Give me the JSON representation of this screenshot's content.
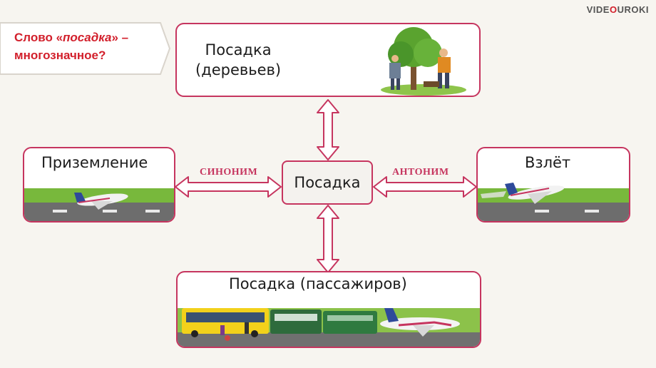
{
  "watermark": {
    "part1": "VIDE",
    "part2": "O",
    "part3": "UROKI"
  },
  "question": {
    "line1_prefix": "Слово «",
    "word": "посадка",
    "line1_suffix": "» –",
    "line2": "многозначное?"
  },
  "center": {
    "label": "Посадка"
  },
  "relations": {
    "synonym": "СИНОНИМ",
    "antonym": "АНТОНИМ"
  },
  "boxes": {
    "trees": {
      "line1": "Посадка",
      "line2": "(деревьев)"
    },
    "landing": {
      "label": "Приземление"
    },
    "takeoff": {
      "label": "Взлёт"
    },
    "passengers": {
      "label": "Посадка (пассажиров)"
    }
  },
  "colors": {
    "accent": "#c6355f",
    "question_red": "#d21f2b",
    "grass": "#78b83c",
    "runway": "#5c5c5c"
  },
  "icons": [
    "tree-planting-illustration",
    "landing-airplane-illustration",
    "takeoff-airplane-illustration",
    "transport-illustration"
  ]
}
